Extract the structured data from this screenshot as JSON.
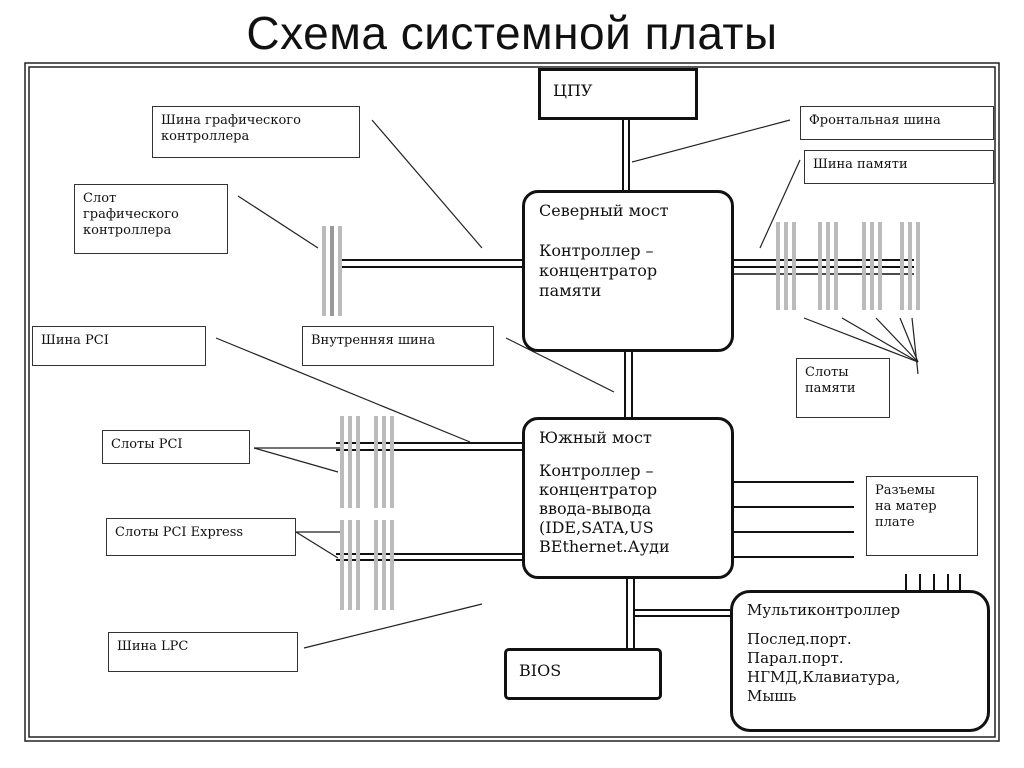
{
  "title": "Схема системной платы",
  "nodes": {
    "cpu": "ЦПУ",
    "north_bridge": [
      "Северный мост",
      "",
      "Контроллер –",
      "концентратор",
      "памяти"
    ],
    "south_bridge": [
      "Южный мост",
      "",
      "Контроллер –",
      "концентратор",
      "ввода-вывода",
      "(IDE,SATA,US",
      "BEthernet.Ауди"
    ],
    "bios": "BIOS",
    "multicontroller": [
      "Мультиконтроллер",
      "",
      "Послед.порт.",
      "Парал.порт.",
      "НГМД,Клавиатура,",
      "Мышь"
    ]
  },
  "labels": {
    "graphics_bus": [
      "Шина графического",
      "контроллера"
    ],
    "front_bus": "Фронтальная шина",
    "memory_bus": "Шина памяти",
    "graphics_slot": [
      "Слот",
      "графического",
      "контроллера"
    ],
    "pci_bus": "Шина PCI",
    "internal_bus": "Внутренняя шина",
    "memory_slots": [
      "Слоты",
      "памяти"
    ],
    "pci_slots": "Слоты PCI",
    "pcie_slots": "Слоты PCI Express",
    "board_connectors": [
      "Разъемы",
      "на матер",
      "плате"
    ],
    "lpc_bus": "Шина LPC"
  }
}
